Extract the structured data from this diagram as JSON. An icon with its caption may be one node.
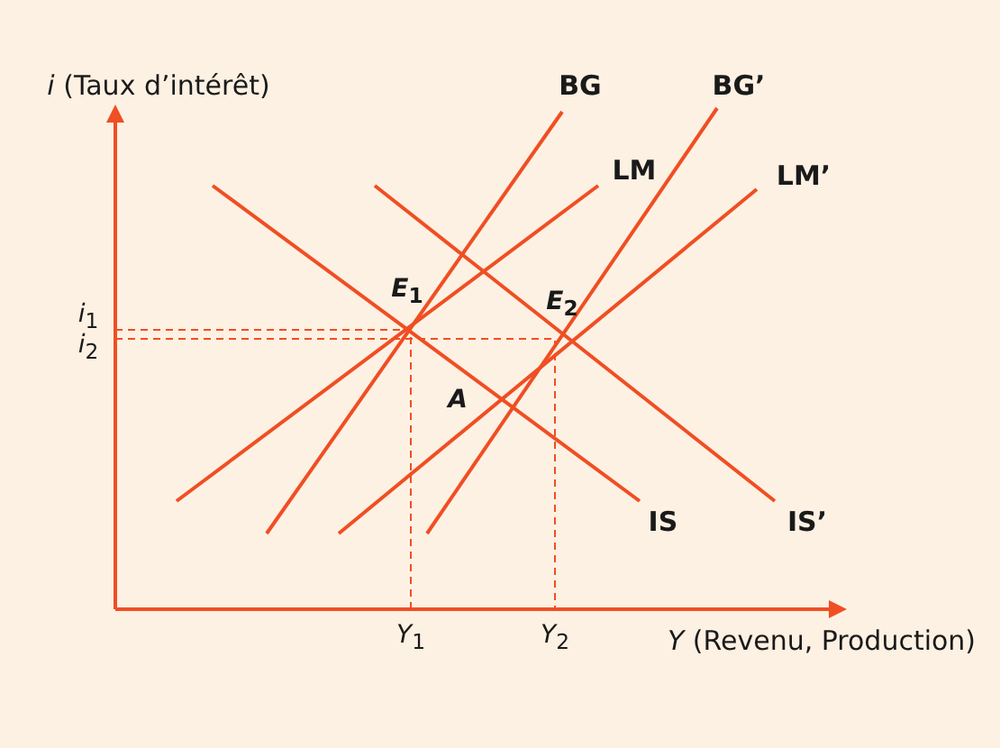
{
  "diagram": {
    "labels": [
      "*i* (Taux d’intérêt)",
      "BG",
      "BG’",
      "LM",
      "LM’",
      "*i*$_{1}$",
      "*i*$_{2}$",
      "*E*$_{1}$",
      "*E*$_{2}$",
      "*A*",
      "IS",
      "IS’",
      "*Y*$_{1}$",
      "*Y*$_{2}$",
      "*Y* (Revenu, Production)"
    ]
  }
}
